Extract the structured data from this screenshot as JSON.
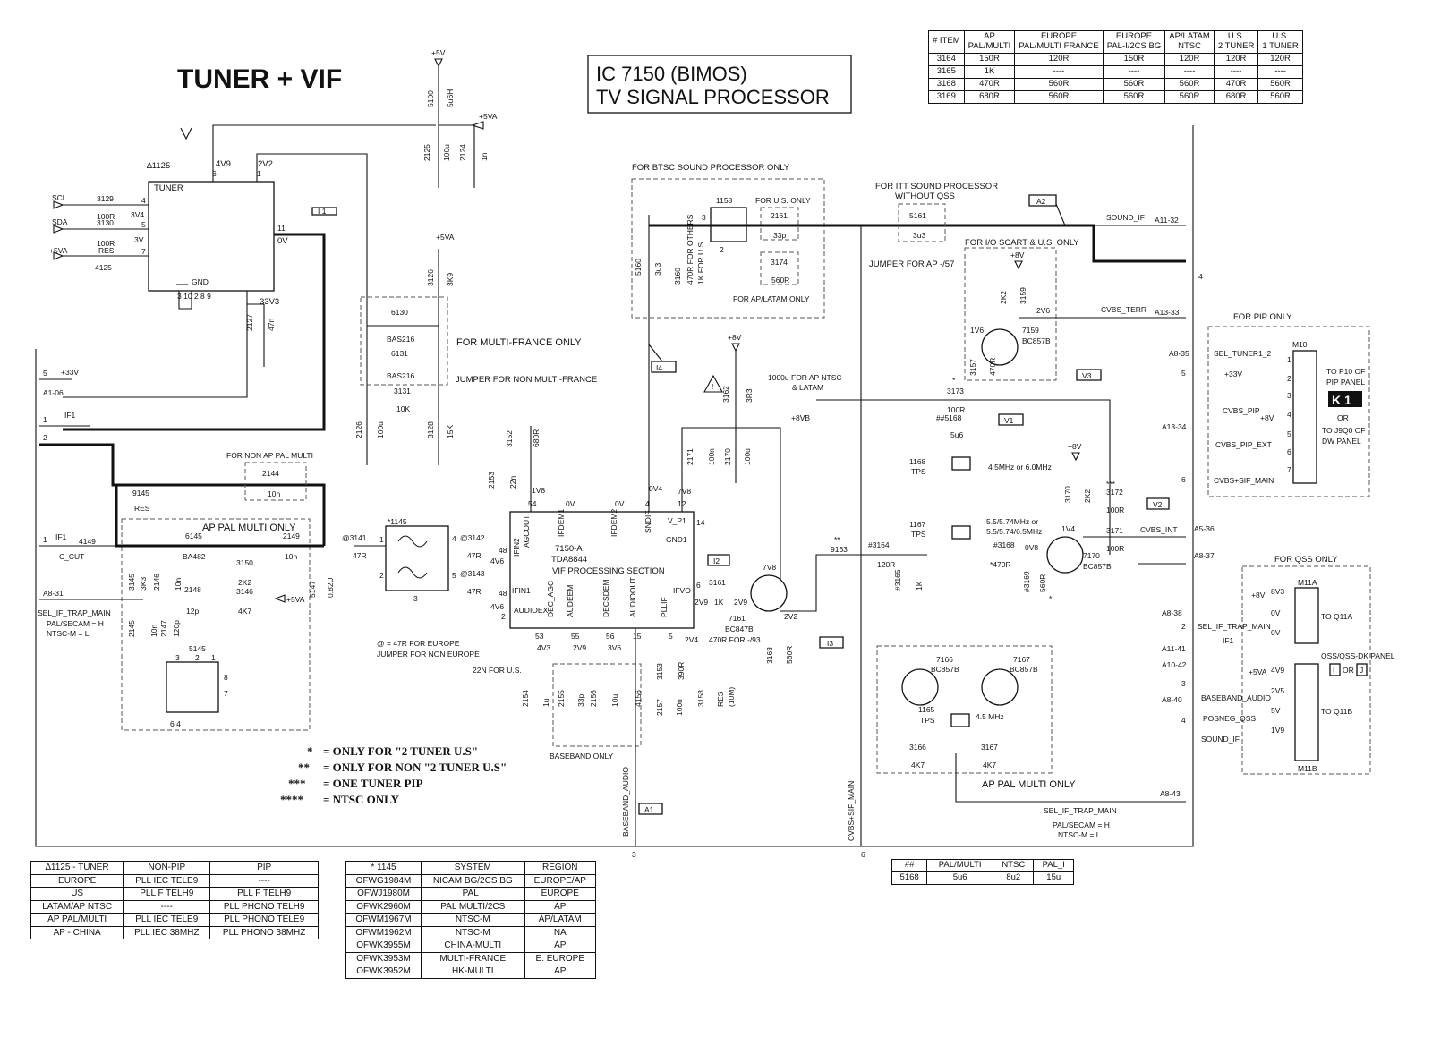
{
  "title": "TUNER + VIF",
  "ic_title": {
    "line1": "IC 7150 (BIMOS)",
    "line2": "TV SIGNAL PROCESSOR"
  },
  "notes": {
    "for_btsc": "FOR BTSC SOUND PROCESSOR ONLY",
    "for_itt": "FOR ITT SOUND PROCESSOR",
    "without_qss": "WITHOUT QSS",
    "jumper_ap57": "JUMPER FOR AP -/57",
    "for_us_only": "FOR U.S. ONLY",
    "for_ap_latam_only": "FOR AP/LATAM ONLY",
    "for_others": "470R FOR OTHERS",
    "for_us_1k": "1K FOR U.S.",
    "for_io_scart": "FOR I/O SCART & U.S. ONLY",
    "for_multi_france": "FOR MULTI-FRANCE ONLY",
    "jumper_non_multi_france": "JUMPER FOR NON MULTI-FRANCE",
    "for_non_ap_pal_multi": "FOR NON AP PAL MULTI",
    "ap_pal_multi_only": "AP PAL MULTI ONLY",
    "ap_pal_multi_only_2": "AP PAL MULTI ONLY",
    "for_pip_only": "FOR PIP ONLY",
    "for_qss_only": "FOR QSS ONLY",
    "baseband_only": "BASEBAND ONLY",
    "at_47r_europe": "@ = 47R FOR EUROPE",
    "jumper_non_europe": "JUMPER FOR NON EUROPE",
    "cap_1000u_1": "1000u FOR AP NTSC",
    "cap_1000u_2": "& LATAM",
    "r_470_for_93": "470R FOR -/93",
    "c22n_us": "22N FOR U.S.",
    "sel_if_trap_main": "SEL_IF_TRAP_MAIN",
    "pal_secam_h": "PAL/SECAM = H",
    "ntsc_m_l": "NTSC-M = L",
    "pal_secam_h_2": "PAL/SECAM = H",
    "ntsc_m_l_2": "NTSC-M = L",
    "to_p10_1": "TO P10 OF",
    "to_p10_2": "PIP PANEL",
    "k1": "K 1",
    "or": "OR",
    "to_j9q0_1": "TO J9Q0 OF",
    "to_j9q0_2": "DW PANEL",
    "to_q11a": "TO Q11A",
    "to_q11b": "TO Q11B",
    "qss_panel": "QSS/QSS-DK PANEL",
    "i_or_j_i": "I",
    "i_or_j_or": "OR",
    "i_or_j_j": "J",
    "freq_45_60": "4.5MHz or 6.0MHz",
    "freq_55_1": "5.5/5.74MHz or",
    "freq_55_2": "5.5/5.74/6.5MHz",
    "freq_45": "4.5 MHz"
  },
  "legend": [
    {
      "sym": "*",
      "text": "=  ONLY FOR \"2 TUNER U.S\""
    },
    {
      "sym": "**",
      "text": "=  ONLY FOR NON \"2 TUNER U.S\""
    },
    {
      "sym": "***",
      "text": "=  ONE TUNER PIP"
    },
    {
      "sym": "****",
      "text": "=  NTSC ONLY"
    }
  ],
  "ic7150": {
    "ref": "7150-A",
    "part": "TDA8844",
    "section": "VIF PROCESSING SECTION",
    "pins_top": [
      "IFIN2",
      "AGCOUT",
      "IFDEM1",
      "IFDEM2",
      "SNDIF",
      "V_P1"
    ],
    "pins_bottom": [
      "AUDIOEXT",
      "DEC_AGC",
      "AUDEEM",
      "DECSDEM",
      "AUDIOOUT",
      "PLLIF"
    ],
    "pins_side": [
      "IFIN1",
      "IFVO",
      "GND1"
    ]
  },
  "tuner": {
    "ref": "∆1125",
    "name": "TUNER",
    "gnd": "GND"
  },
  "table_items": {
    "headers": [
      "# ITEM",
      "AP\nPAL/MULTI",
      "EUROPE\nPAL/MULTI FRANCE",
      "EUROPE\nPAL-I/2CS BG",
      "AP/LATAM\nNTSC",
      "U.S.\n2 TUNER",
      "U.S.\n1 TUNER"
    ],
    "rows": [
      [
        "3164",
        "150R",
        "120R",
        "150R",
        "120R",
        "120R",
        "120R"
      ],
      [
        "3165",
        "1K",
        "----",
        "----",
        "----",
        "----",
        "----"
      ],
      [
        "3168",
        "470R",
        "560R",
        "560R",
        "560R",
        "470R",
        "560R"
      ],
      [
        "3169",
        "680R",
        "560R",
        "560R",
        "560R",
        "680R",
        "560R"
      ]
    ]
  },
  "table_tuner": {
    "headers": [
      "∆1125 - TUNER",
      "NON-PIP",
      "PIP"
    ],
    "rows": [
      [
        "EUROPE",
        "PLL IEC TELE9",
        "----"
      ],
      [
        "US",
        "PLL F TELH9",
        "PLL F TELH9"
      ],
      [
        "LATAM/AP NTSC",
        "----",
        "PLL PHONO TELH9"
      ],
      [
        "AP PAL/MULTI",
        "PLL IEC TELE9",
        "PLL PHONO TELE9"
      ],
      [
        "AP - CHINA",
        "PLL IEC 38MHZ",
        "PLL PHONO 38MHZ"
      ]
    ]
  },
  "table_1145": {
    "headers": [
      "* 1145",
      "SYSTEM",
      "REGION"
    ],
    "rows": [
      [
        "OFWG1984M",
        "NICAM BG/2CS BG",
        "EUROPE/AP"
      ],
      [
        "OFWJ1980M",
        "PAL I",
        "EUROPE"
      ],
      [
        "OFWK2960M",
        "PAL MULTI/2CS",
        "AP"
      ],
      [
        "OFWM1967M",
        "NTSC-M",
        "AP/LATAM"
      ],
      [
        "OFWM1962M",
        "NTSC-M",
        "NA"
      ],
      [
        "OFWK3955M",
        "CHINA-MULTI",
        "AP"
      ],
      [
        "OFWK3953M",
        "MULTI-FRANCE",
        "E. EUROPE"
      ],
      [
        "OFWK3952M",
        "HK-MULTI",
        "AP"
      ]
    ]
  },
  "table_5168": {
    "headers": [
      "##",
      "PAL/MULTI",
      "NTSC",
      "PAL_I"
    ],
    "rows": [
      [
        "5168",
        "5u6",
        "8u2",
        "15u"
      ]
    ]
  },
  "connectors": {
    "m10": "M10",
    "m11a": "M11A",
    "m11b": "M11B",
    "m10_pins": [
      "SEL_TUNER1_2",
      "+33V",
      "",
      "CVBS_PIP",
      "CVBS_PIP_EXT",
      "",
      "CVBS+SIF_MAIN"
    ],
    "m11a_labels": [
      "8V3",
      "0V",
      "0V"
    ],
    "m11b_labels": [
      "4V9",
      "2V5",
      "5V",
      "1V9"
    ]
  }
}
